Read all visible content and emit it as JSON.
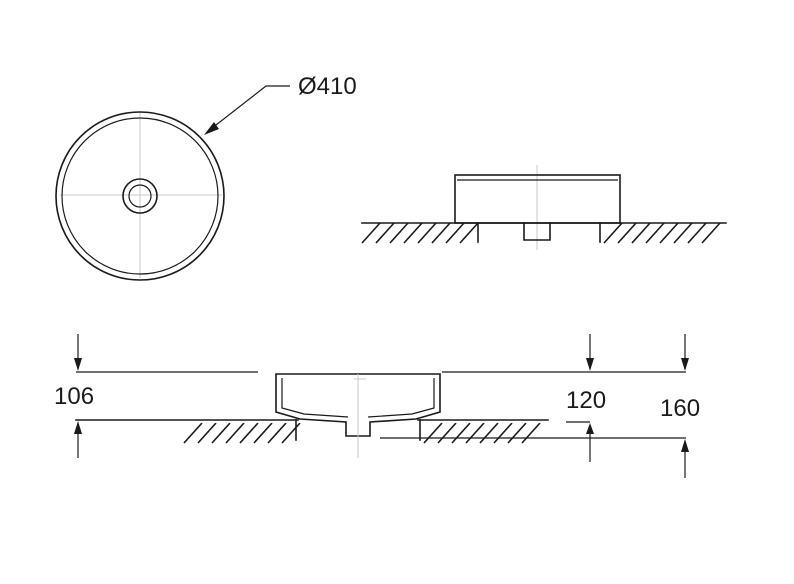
{
  "dimensions": {
    "diameter": "Ø410",
    "left_height": "106",
    "inner_height": "120",
    "total_height": "160"
  },
  "colors": {
    "line": "#1a1a1a",
    "centerline": "#c8c8c8",
    "background": "#ffffff"
  }
}
